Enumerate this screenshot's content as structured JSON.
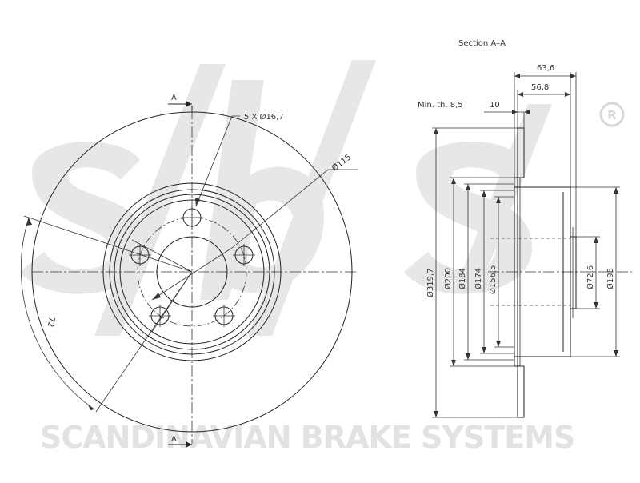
{
  "watermark": {
    "logo_text": "sbs",
    "registered_mark": "R",
    "tagline": "SCANDINAVIAN BRAKE SYSTEMS"
  },
  "front_view": {
    "section_marker_top": "A",
    "section_marker_bottom": "A",
    "bolt_label": "5 X Ø16,7",
    "pcd_label": "Ø115",
    "angle_label": "72"
  },
  "section_view": {
    "title": "Section A–A",
    "dim_overall_height": "63,6",
    "dim_hat_height": "56,8",
    "min_thickness_label": "Min. th. 8,5",
    "dim_thickness": "10",
    "diameters": {
      "d319": "Ø319,7",
      "d200": "Ø200",
      "d184": "Ø184",
      "d174": "Ø174",
      "d156": "Ø156,5",
      "d72": "Ø72,6",
      "d198": "Ø198"
    }
  }
}
